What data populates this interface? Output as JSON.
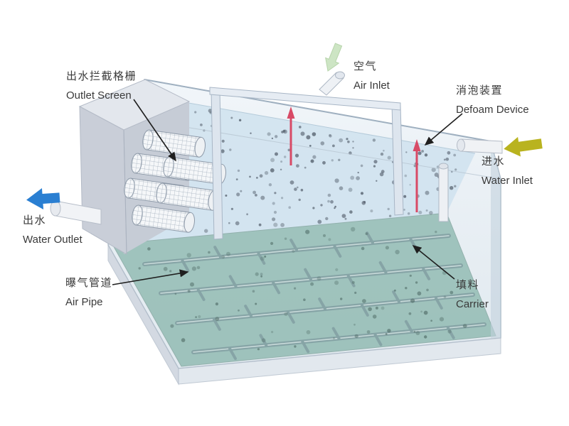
{
  "diagram": {
    "type": "wastewater-treatment-tank-diagram",
    "labels": {
      "outlet_screen": {
        "zh": "出水拦截格栅",
        "en": "Outlet Screen"
      },
      "air_inlet": {
        "zh": "空气",
        "en": "Air Inlet"
      },
      "defoam_device": {
        "zh": "消泡装置",
        "en": "Defoam Device"
      },
      "water_inlet": {
        "zh": "进水",
        "en": "Water Inlet"
      },
      "water_outlet": {
        "zh": "出水",
        "en": "Water Outlet"
      },
      "air_pipe": {
        "zh": "曝气管道",
        "en": "Air Pipe"
      },
      "carrier": {
        "zh": "填料",
        "en": "Carrier"
      }
    }
  },
  "colors": {
    "air_inlet_arrow": "#cde5c4",
    "water_inlet_arrow": "#b9b31f",
    "water_outlet_arrow": "#2a7fd2",
    "defoam_arrow": "#d84a66",
    "leader_line": "#1f1f1f",
    "water_surface": "#cfe2ee",
    "tank_floor": "#8eb9b0"
  }
}
